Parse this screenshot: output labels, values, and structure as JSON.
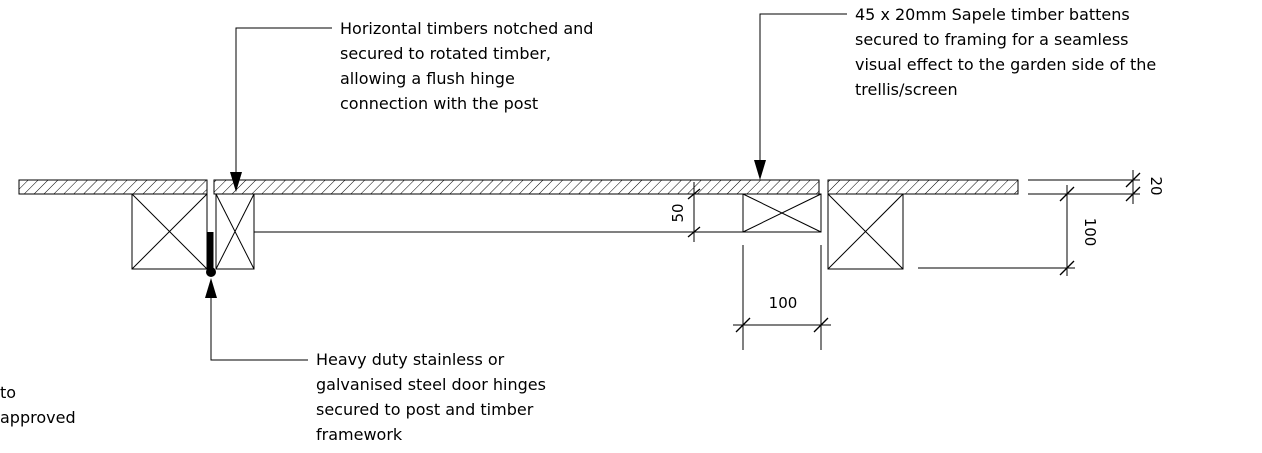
{
  "annotations": {
    "top_left": [
      "Horizontal timbers notched and",
      "secured to rotated timber,",
      "allowing a flush hinge",
      "connection with the post"
    ],
    "top_right": [
      "45 x 20mm Sapele timber battens",
      "secured to framing for a seamless",
      "visual effect to the garden side of the",
      "trellis/screen"
    ],
    "bottom_middle": [
      "Heavy duty stainless or",
      "galvanised steel door hinges",
      "secured to post and timber",
      "framework"
    ],
    "bottom_left_partial": [
      "to",
      "approved"
    ]
  },
  "dimensions": {
    "batten_thickness": "20",
    "post_size": "100",
    "rail_depth": "50",
    "rail_width": "100"
  },
  "colors": {
    "line": "#000000",
    "background": "#ffffff"
  }
}
